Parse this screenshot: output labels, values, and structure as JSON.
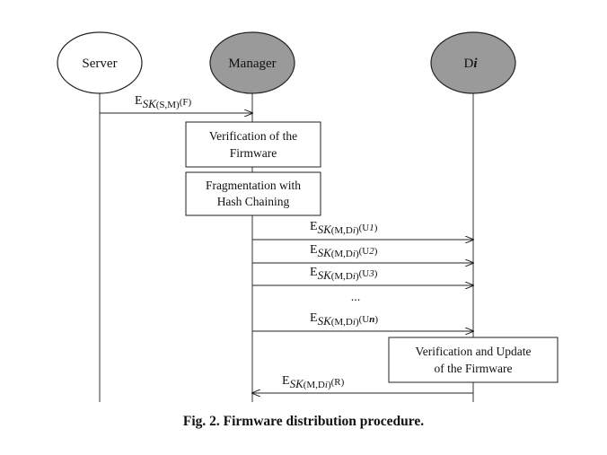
{
  "actors": [
    {
      "id": "server",
      "label": "Server",
      "fill": "#ffffff"
    },
    {
      "id": "manager",
      "label": "Manager",
      "fill": "#9a9a9a"
    },
    {
      "id": "device",
      "label": "D",
      "label_italic": "i",
      "fill": "#9a9a9a"
    }
  ],
  "boxes": [
    {
      "id": "verification",
      "lines": [
        "Verification of the",
        "Firmware"
      ]
    },
    {
      "id": "fragmentation",
      "lines": [
        "Fragmentation with",
        "Hash Chaining"
      ]
    },
    {
      "id": "update",
      "lines": [
        "Verification and Update",
        "of the Firmware"
      ]
    }
  ],
  "messages": [
    {
      "id": "msg-firmware",
      "from": "server",
      "to": "manager",
      "label": {
        "e": "E",
        "sk": "SK",
        "args": "(S,M)",
        "payload": "(F)",
        "payload_italic": ""
      }
    },
    {
      "id": "msg-u1",
      "from": "manager",
      "to": "device",
      "label": {
        "e": "E",
        "sk": "SK",
        "args_pre": "(M,D",
        "args_italic": "i",
        "args_post": ")",
        "payload_pre": "(U",
        "payload_italic": "1",
        "payload_post": ")"
      }
    },
    {
      "id": "msg-u2",
      "from": "manager",
      "to": "device",
      "label": {
        "e": "E",
        "sk": "SK",
        "args_pre": "(M,D",
        "args_italic": "i",
        "args_post": ")",
        "payload_pre": "(U",
        "payload_italic": "2",
        "payload_post": ")"
      }
    },
    {
      "id": "msg-u3",
      "from": "manager",
      "to": "device",
      "label": {
        "e": "E",
        "sk": "SK",
        "args_pre": "(M,D",
        "args_italic": "i",
        "args_post": ")",
        "payload_pre": "(U",
        "payload_italic": "3",
        "payload_post": ")"
      }
    },
    {
      "id": "msg-un",
      "from": "manager",
      "to": "device",
      "label": {
        "e": "E",
        "sk": "SK",
        "args_pre": "(M,D",
        "args_italic": "i",
        "args_post": ")",
        "payload_pre": "(U",
        "payload_italic": "n",
        "payload_post": ")"
      }
    },
    {
      "id": "msg-r",
      "from": "device",
      "to": "manager",
      "label": {
        "e": "E",
        "sk": "SK",
        "args_pre": "(M,D",
        "args_italic": "i",
        "args_post": ")",
        "payload_pre": "(R)",
        "payload_italic": "",
        "payload_post": ""
      }
    }
  ],
  "ellipsis": "...",
  "caption": "Fig. 2. Firmware distribution procedure."
}
